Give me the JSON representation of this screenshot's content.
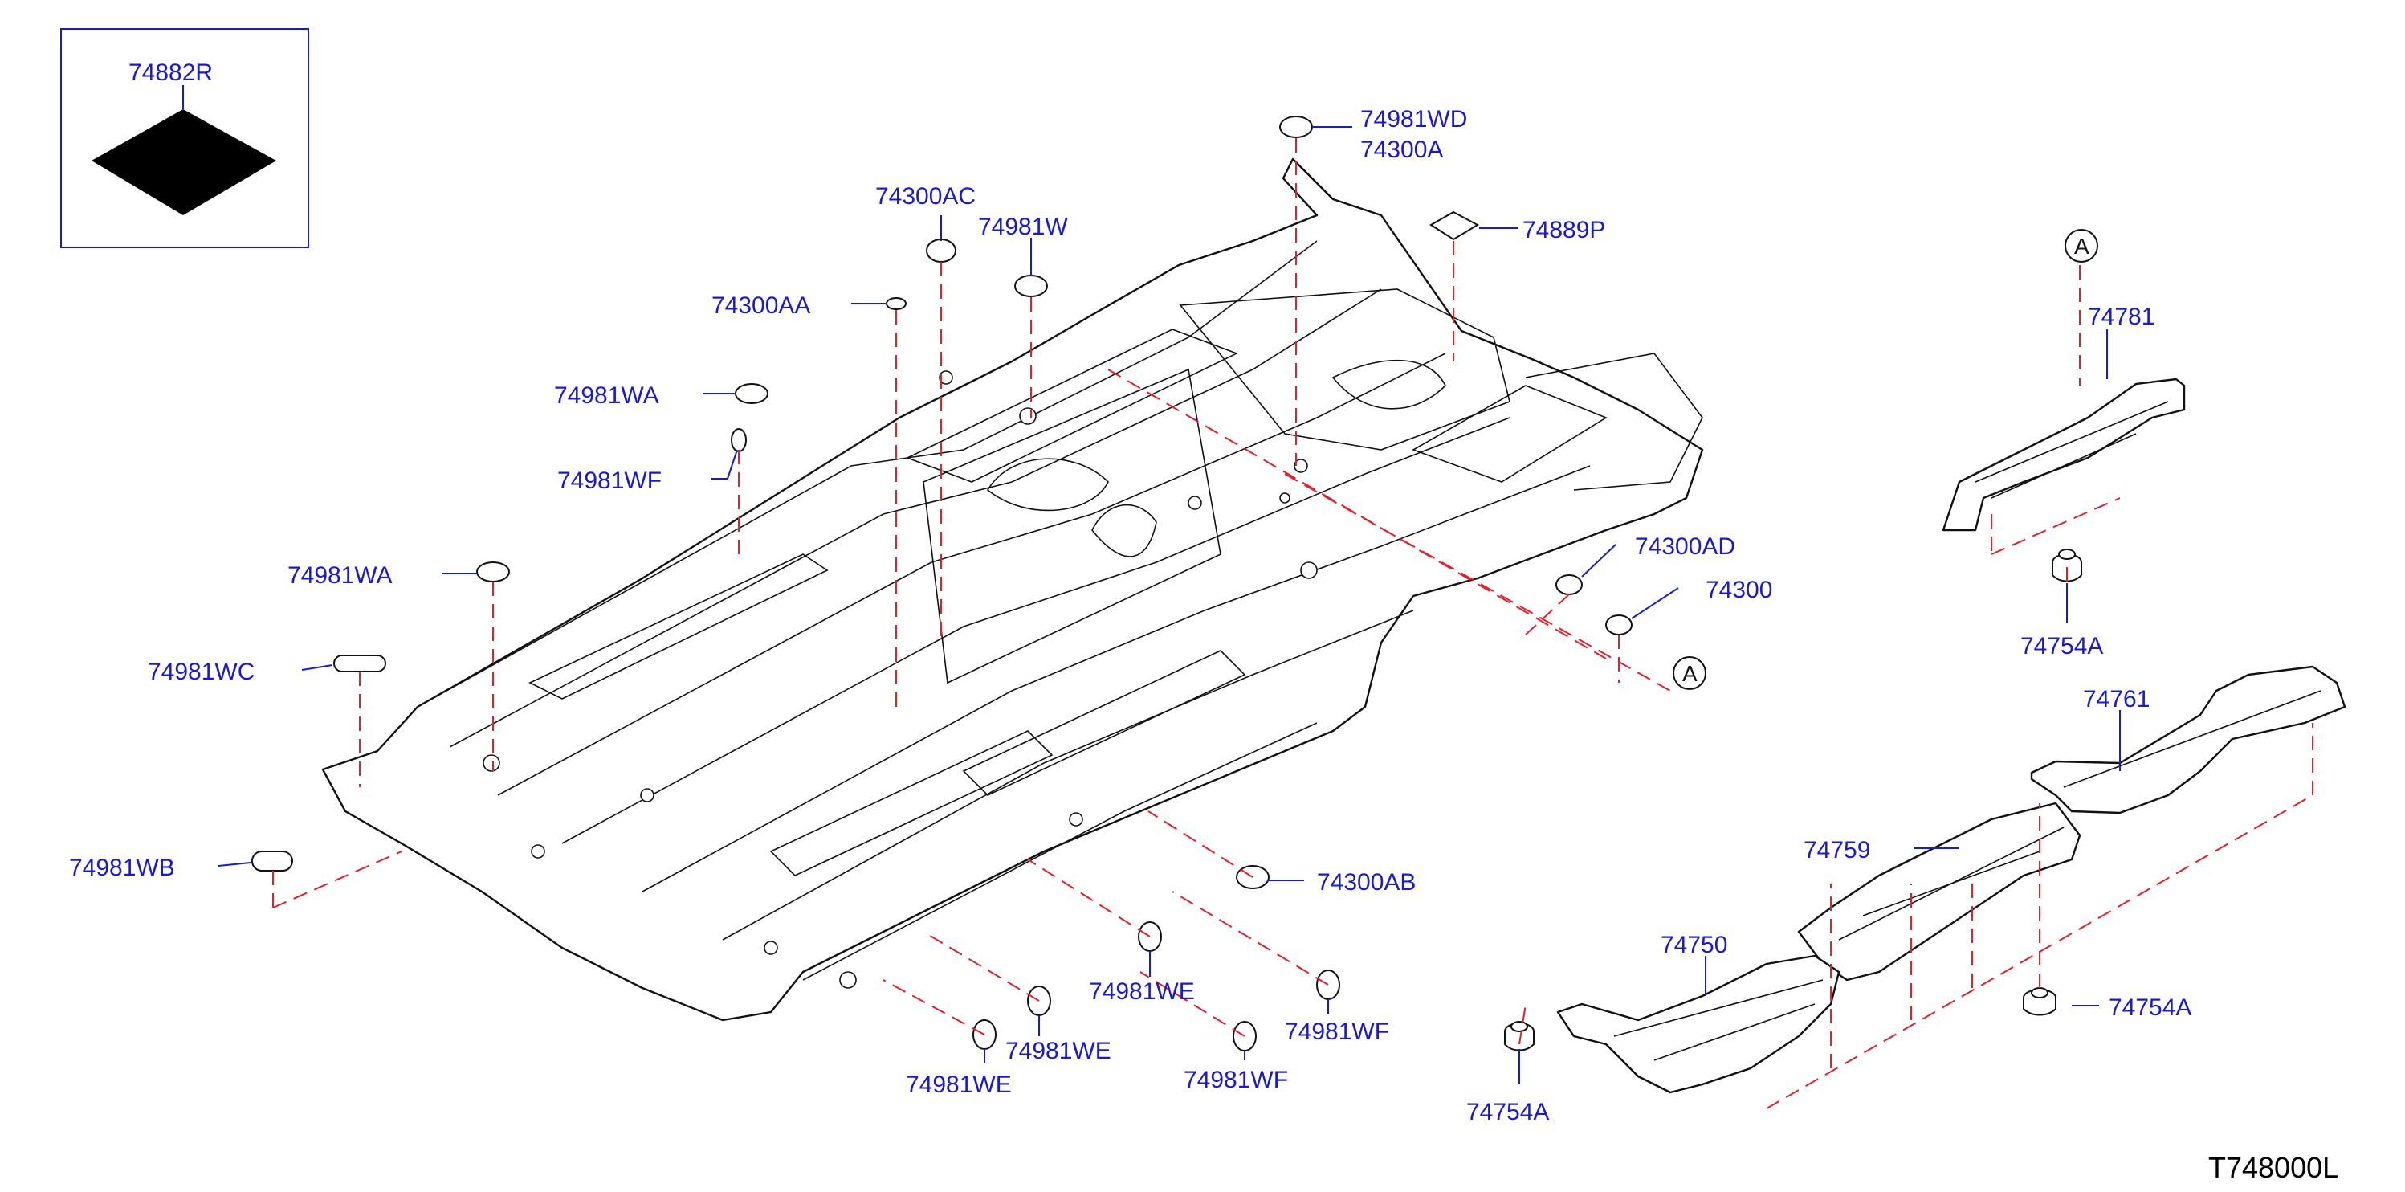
{
  "diagram": {
    "code": "T748000L",
    "ref_marker": "A",
    "inset_label": "74882R",
    "labels": {
      "p74981WD": "74981WD",
      "p74300A": "74300A",
      "p74889P": "74889P",
      "p74300AC": "74300AC",
      "p74981W": "74981W",
      "p74300AA": "74300AA",
      "p74981WA_1": "74981WA",
      "p74981WF_1": "74981WF",
      "p74981WA_2": "74981WA",
      "p74981WC": "74981WC",
      "p74981WB": "74981WB",
      "p74300AD": "74300AD",
      "p74300_trunc": "74300",
      "p74781": "74781",
      "p74754A_1": "74754A",
      "p74761": "74761",
      "p74759": "74759",
      "p74750": "74750",
      "p74754A_2": "74754A",
      "p74754A_3": "74754A",
      "p74300AB": "74300AB",
      "p74981WE_1": "74981WE",
      "p74981WE_2": "74981WE",
      "p74981WE_3": "74981WE",
      "p74981WF_2": "74981WF",
      "p74981WF_3": "74981WF"
    },
    "colors": {
      "label": "#1a1ac8",
      "dashed_line": "#e0202a",
      "outline": "#111111",
      "inset_fill": "#000000"
    }
  }
}
